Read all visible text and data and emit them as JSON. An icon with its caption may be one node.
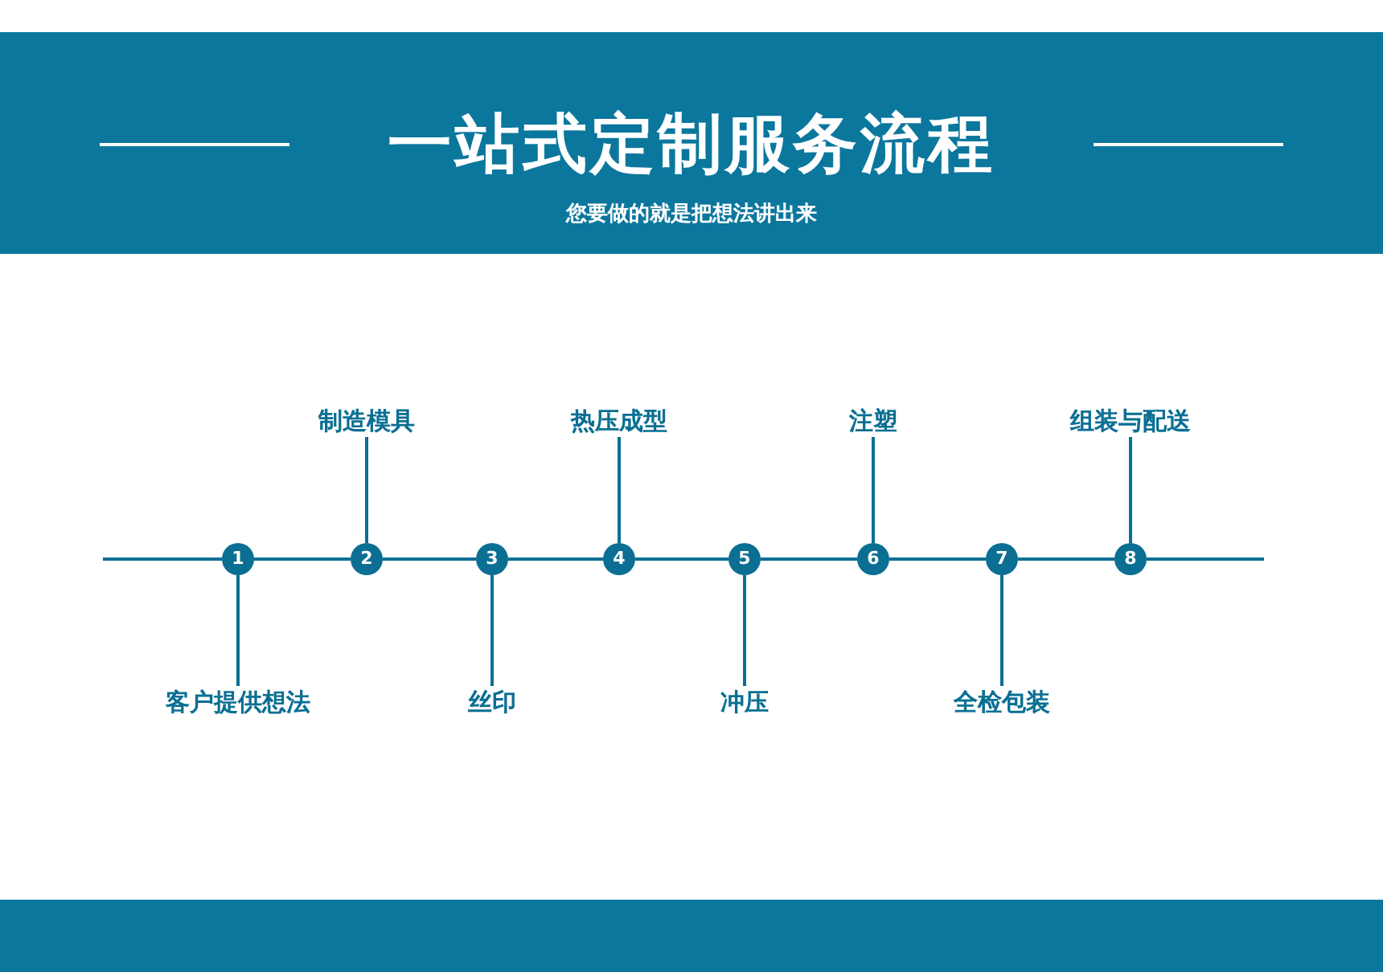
{
  "diagram": {
    "title": "一站式定制服务流程",
    "caption": "您要做的就是把想法讲出来",
    "nodes": [
      {
        "text": [
          "1"
        ]
      },
      {
        "text": [
          "2"
        ]
      },
      {
        "text": [
          "3"
        ]
      },
      {
        "text": [
          "4"
        ]
      },
      {
        "text": [
          "5"
        ]
      },
      {
        "text": [
          "6"
        ]
      },
      {
        "text": [
          "7"
        ]
      },
      {
        "text": [
          "8"
        ]
      },
      {
        "text": [
          "客户提供想法"
        ]
      },
      {
        "text": [
          "制造模具"
        ]
      },
      {
        "text": [
          "丝印"
        ]
      },
      {
        "text": [
          "热压成型"
        ]
      },
      {
        "text": [
          "冲压"
        ]
      },
      {
        "text": [
          "注塑"
        ]
      },
      {
        "text": [
          "全检包装"
        ]
      },
      {
        "text": [
          "组装与配送"
        ]
      }
    ],
    "edges": [
      {
        "from": null,
        "to": 0,
        "arrow": "none"
      },
      {
        "from": 0,
        "to": 1,
        "arrow": "none"
      },
      {
        "from": 1,
        "to": 2,
        "arrow": "none"
      },
      {
        "from": 2,
        "to": 3,
        "arrow": "none"
      },
      {
        "from": 3,
        "to": 4,
        "arrow": "none"
      },
      {
        "from": 4,
        "to": 5,
        "arrow": "none"
      },
      {
        "from": 5,
        "to": 6,
        "arrow": "none"
      },
      {
        "from": 6,
        "to": 7,
        "arrow": "none"
      },
      {
        "from": 7,
        "to": null,
        "arrow": "none"
      },
      {
        "from": 8,
        "to": 0,
        "arrow": "none"
      },
      {
        "from": 9,
        "to": 1,
        "arrow": "none"
      },
      {
        "from": 10,
        "to": 2,
        "arrow": "none"
      },
      {
        "from": 11,
        "to": 3,
        "arrow": "none"
      },
      {
        "from": 12,
        "to": 4,
        "arrow": "none"
      },
      {
        "from": 13,
        "to": 5,
        "arrow": "none"
      },
      {
        "from": 14,
        "to": 6,
        "arrow": "none"
      },
      {
        "from": 15,
        "to": 7,
        "arrow": "none"
      }
    ]
  }
}
